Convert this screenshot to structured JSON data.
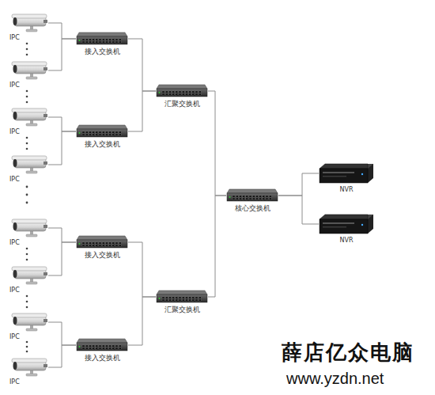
{
  "diagram": {
    "nodes": [
      {
        "text": [
          "IPC"
        ]
      },
      {
        "text": [
          "IPC"
        ]
      },
      {
        "text": [
          "IPC"
        ]
      },
      {
        "text": [
          "IPC"
        ]
      },
      {
        "text": [
          "IPC"
        ]
      },
      {
        "text": [
          "IPC"
        ]
      },
      {
        "text": [
          "IPC"
        ]
      },
      {
        "text": [
          "IPC"
        ]
      },
      {
        "text": [
          "接入交换机"
        ]
      },
      {
        "text": [
          "接入交换机"
        ]
      },
      {
        "text": [
          "接入交换机"
        ]
      },
      {
        "text": [
          "接入交换机"
        ]
      },
      {
        "text": [
          "汇聚交换机"
        ]
      },
      {
        "text": [
          "汇聚交换机"
        ]
      },
      {
        "text": [
          "核心交换机"
        ]
      },
      {
        "text": [
          "NVR"
        ]
      },
      {
        "text": [
          "NVR"
        ]
      }
    ],
    "edges": [
      {
        "from": 0,
        "to": 8,
        "arrow": "none"
      },
      {
        "from": 1,
        "to": 8,
        "arrow": "none"
      },
      {
        "from": 2,
        "to": 9,
        "arrow": "none"
      },
      {
        "from": 3,
        "to": 9,
        "arrow": "none"
      },
      {
        "from": 4,
        "to": 10,
        "arrow": "none"
      },
      {
        "from": 5,
        "to": 10,
        "arrow": "none"
      },
      {
        "from": 6,
        "to": 11,
        "arrow": "none"
      },
      {
        "from": 7,
        "to": 11,
        "arrow": "none"
      },
      {
        "from": 8,
        "to": 12,
        "arrow": "none"
      },
      {
        "from": 9,
        "to": 12,
        "arrow": "none"
      },
      {
        "from": 10,
        "to": 13,
        "arrow": "none"
      },
      {
        "from": 11,
        "to": 13,
        "arrow": "none"
      },
      {
        "from": 12,
        "to": 14,
        "arrow": "none"
      },
      {
        "from": 13,
        "to": 14,
        "arrow": "none"
      },
      {
        "from": 14,
        "to": 15,
        "arrow": "none"
      },
      {
        "from": 14,
        "to": 16,
        "arrow": "none"
      }
    ],
    "labels": [
      "薛店亿众电脑",
      "www.yzdn.net"
    ]
  }
}
